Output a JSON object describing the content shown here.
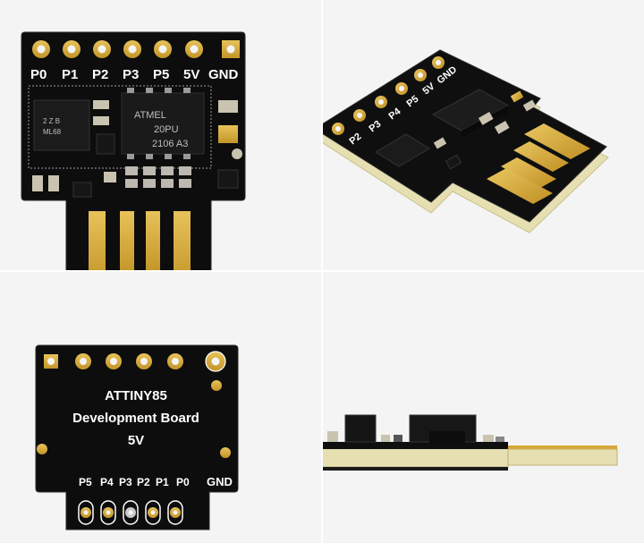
{
  "front": {
    "pin_labels": [
      "P0",
      "P1",
      "P2",
      "P3",
      "P5",
      "5V",
      "GND"
    ],
    "chip_marking": [
      "ATMEL",
      "20PU",
      "2106 A3"
    ]
  },
  "angled": {
    "pin_labels": [
      "P2",
      "P3",
      "P4",
      "P5",
      "5V",
      "GND"
    ]
  },
  "back": {
    "title_line1": "ATTINY85",
    "title_line2": "Development Board",
    "title_line3": "5V",
    "pin_labels": [
      "P5",
      "P4",
      "P3",
      "P2",
      "P1",
      "P0"
    ],
    "gnd_label": "GND"
  },
  "colors": {
    "pcb": "#0d0d0d",
    "gold": "#d4a93a",
    "substrate": "#e6dfb2",
    "silkscreen": "#ffffff"
  }
}
